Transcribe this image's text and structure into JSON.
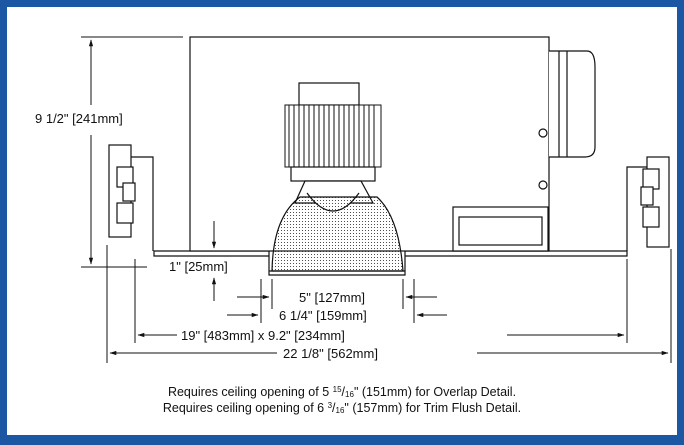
{
  "dimensions": {
    "height": "9 1/2\" [241mm]",
    "lip": "1\" [25mm]",
    "aperture": "5\" [127mm]",
    "trim": "6 1/4\" [159mm]",
    "housing": "19\" [483mm] x 9.2\" [234mm]",
    "overall": "22 1/8\" [562mm]"
  },
  "notes": {
    "overlap": {
      "prefix": "Requires ceiling opening of 5",
      "num": "15",
      "den": "16",
      "suffix": "\" (151mm) for Overlap Detail."
    },
    "flush": {
      "prefix": "Requires ceiling opening of 6",
      "num": "3",
      "den": "16",
      "suffix": "\" (157mm) for Trim Flush Detail."
    }
  },
  "colors": {
    "frame": "#1b57a3",
    "line": "#111111",
    "background": "#ffffff"
  }
}
